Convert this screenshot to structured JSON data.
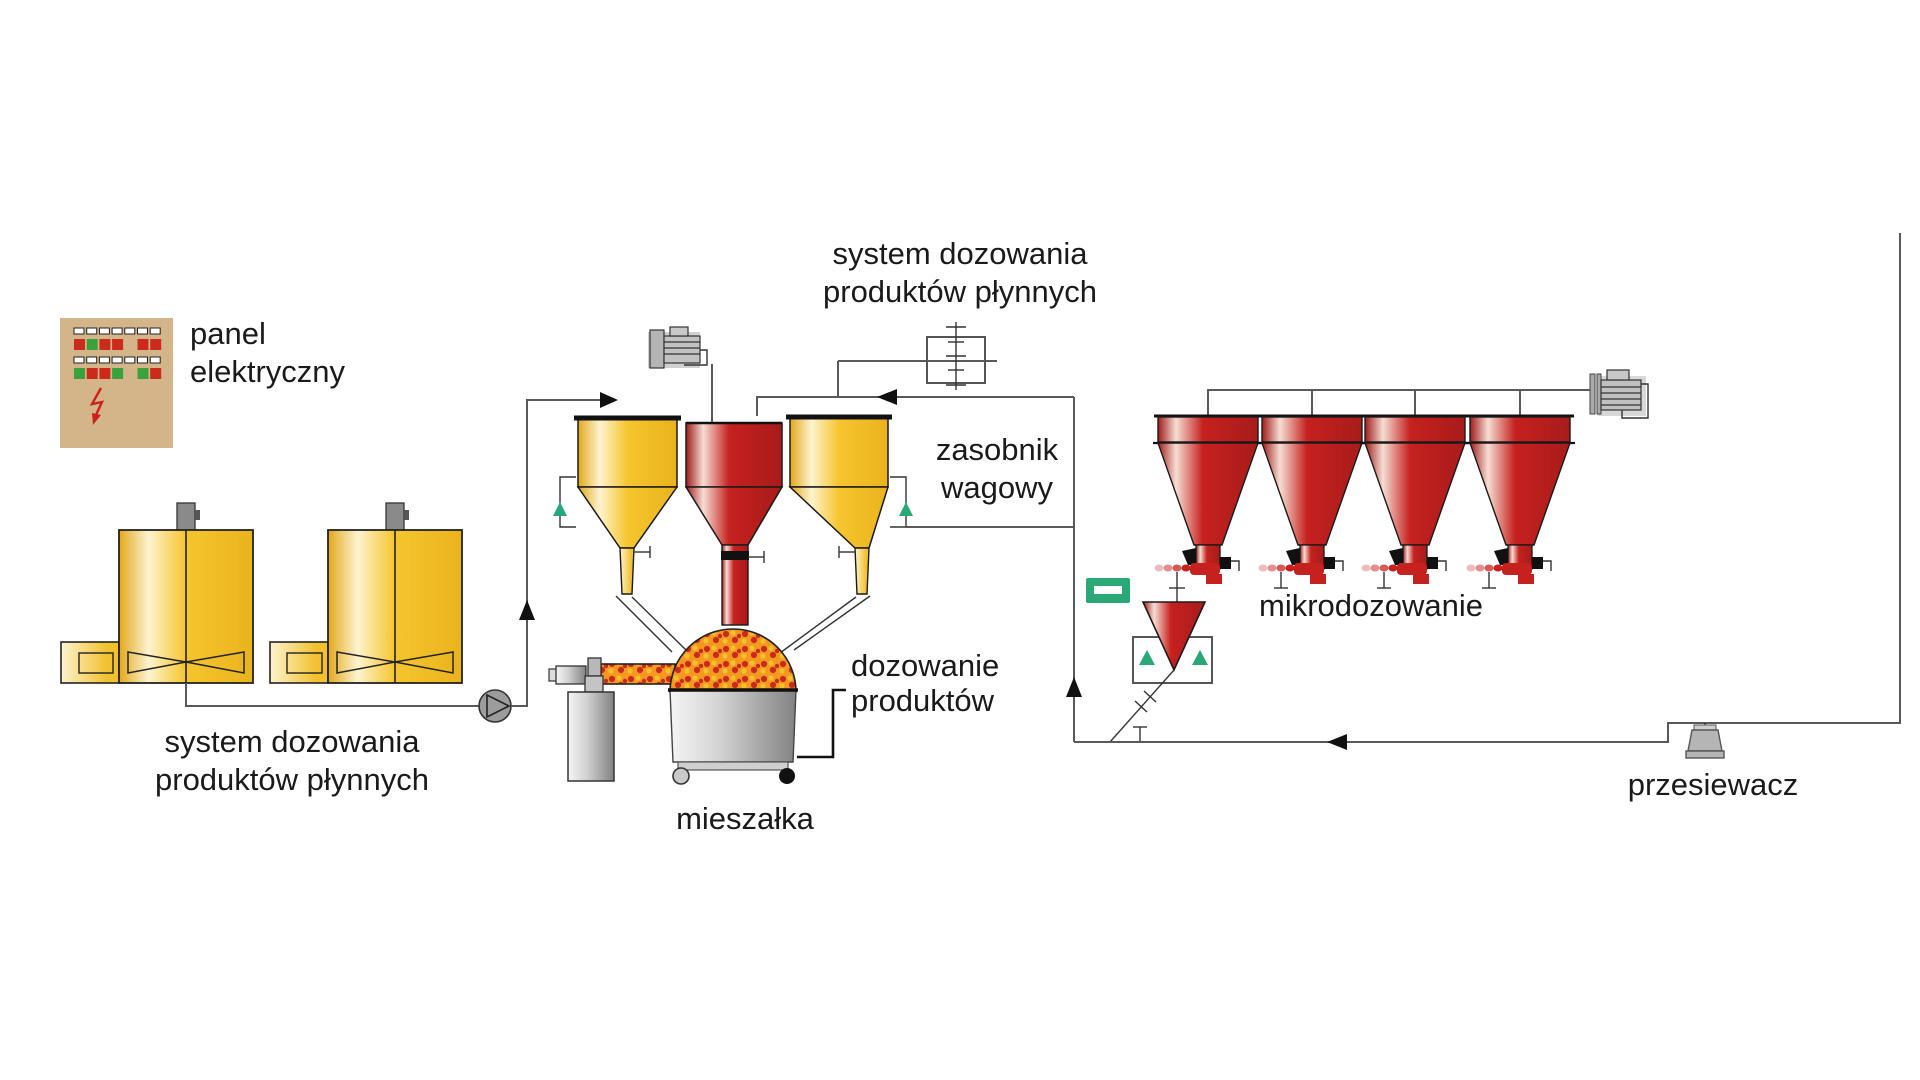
{
  "diagram": {
    "labels": {
      "panel": {
        "line1": "panel",
        "line2": "elektryczny"
      },
      "liquid_system_left": {
        "line1": "system dozowania",
        "line2": "produktów płynnych"
      },
      "liquid_system_top": {
        "line1": "system dozowania",
        "line2": "produktów płynnych"
      },
      "weighing_hopper": {
        "line1": "zasobnik",
        "line2": "wagowy"
      },
      "product_dosing": {
        "line1": "dozowanie",
        "line2": "produktów"
      },
      "mixer": "mieszałka",
      "microdosing": "mikrodozowanie",
      "sieve": "przesiewacz"
    },
    "colors": {
      "yellow": "#f2c12e",
      "red": "#c1272d",
      "green": "#2aa876",
      "tan": "#d4b58a",
      "orange_granules": "#f5981f",
      "granule_red": "#c92a1e",
      "granule_yellow": "#f2c12e",
      "pipe_gray": "#58595b",
      "metal_gray": "#c9c9c9",
      "text": "#1a1a1a",
      "indicator_red": "#cc2b1c",
      "indicator_green": "#3aa23a"
    },
    "icons": {
      "lightning-icon": "red zigzag arrow on electrical panel",
      "motor-icon": "gray finned electric motor",
      "pump-icon": "circle with triangle (centrifugal pump)",
      "agitator-icon": "bow-tie mixing blades",
      "valve-manifold-icon": "rectangle crossed by ticked vertical line",
      "level-sensor-icon": "small green upward triangle",
      "weight-indicator-icon": "green box with white bar",
      "sieve-icon": "gray trapezoid screener",
      "flow-arrow": "solid black triangular arrowhead"
    }
  }
}
